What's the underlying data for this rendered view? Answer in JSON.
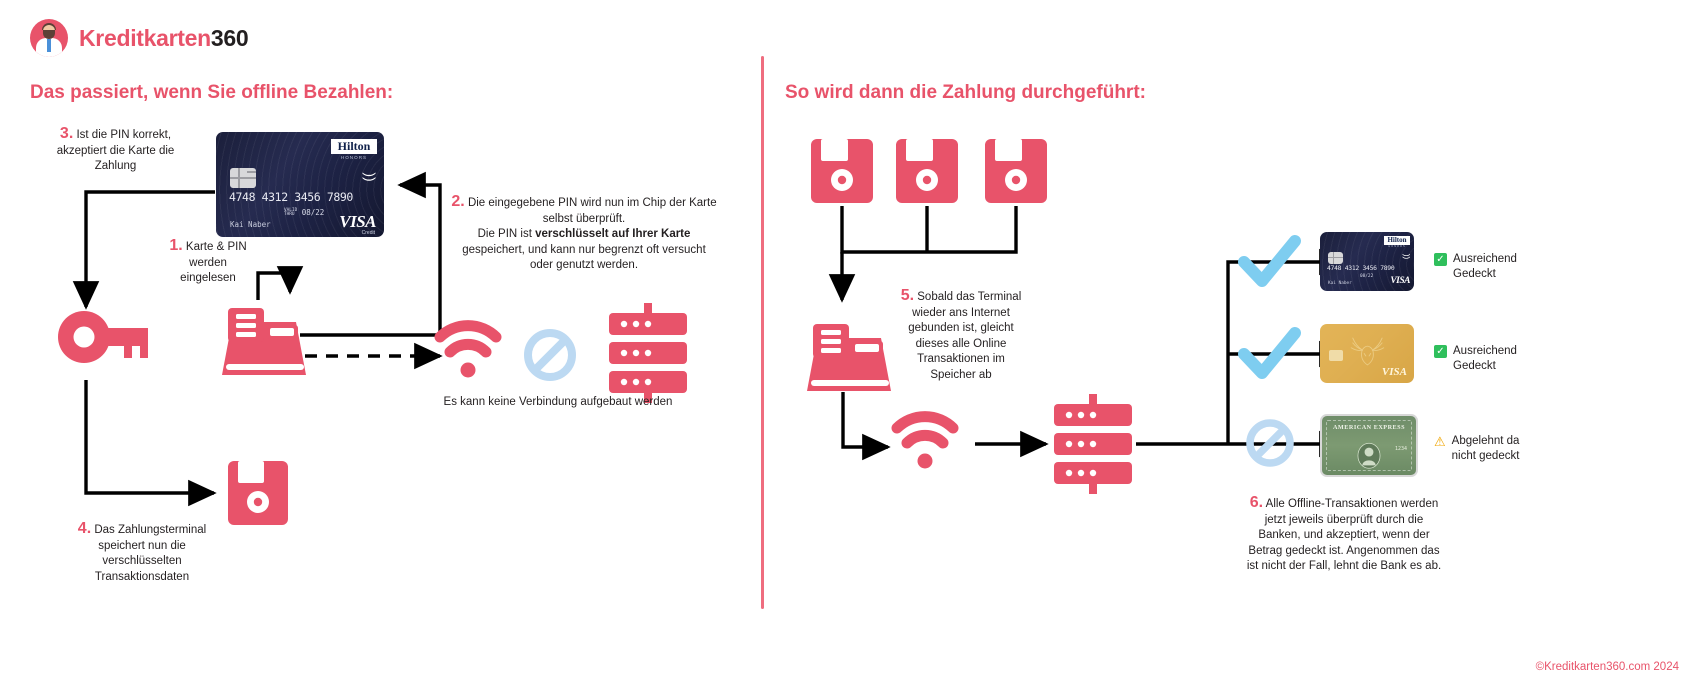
{
  "brand": {
    "name_pink": "Kreditkarten",
    "name_dark": "360",
    "logo_icon": "avatar-logo-icon"
  },
  "panels": {
    "left_title": "Das passiert, wenn Sie offline Bezahlen:",
    "right_title": "So wird dann die Zahlung durchgeführt:"
  },
  "steps": {
    "s3": {
      "num": "3.",
      "lines": [
        "Ist die PIN korrekt,",
        "akzeptiert die Karte die",
        "Zahlung"
      ]
    },
    "s1": {
      "num": "1.",
      "lines": [
        "Karte & PIN",
        "werden",
        "eingelesen"
      ]
    },
    "s2": {
      "num": "2.",
      "line1": "Die eingegebene PIN wird nun im Chip der Karte",
      "line2": "selbst überprüft.",
      "line3_pre": "Die PIN ist ",
      "line3_bold": "verschlüsselt auf Ihrer Karte",
      "line4": "gespeichert, und kann nur begrenzt oft versucht",
      "line5": "oder genutzt werden."
    },
    "s4": {
      "num": "4.",
      "lines": [
        "Das Zahlungsterminal",
        "speichert nun die",
        "verschlüsselten",
        "Transaktionsdaten"
      ]
    },
    "s5": {
      "num": "5.",
      "lines": [
        "Sobald das Terminal",
        "wieder ans Internet",
        "gebunden ist, gleicht",
        "dieses alle Online",
        "Transaktionen im",
        "Speicher ab"
      ]
    },
    "s6": {
      "num": "6.",
      "lines": [
        "Alle Offline-Transaktionen werden",
        "jetzt jeweils überprüft durch die",
        "Banken, und akzeptiert, wenn der",
        "Betrag gedeckt ist. Angenommen das",
        "ist nicht der Fall, lehnt die Bank es ab."
      ]
    }
  },
  "captions": {
    "no_connection": "Es kann keine Verbindung  aufgebaut werden"
  },
  "cards": {
    "visa_hilton": {
      "brand_top": "Hilton",
      "brand_sub": "HONORS",
      "number": "4748  4312  3456  7890",
      "valid_label": "VALID\nTHRU",
      "expiry": "08/22",
      "holder": "Kai Naber",
      "network": "VISA",
      "network_sub": "Credit",
      "contactless_icon": "contactless-icon",
      "chip_icon": "emv-chip-icon"
    },
    "gold": {
      "network": "VISA",
      "art": "deer-antler-art",
      "chip_icon": "emv-chip-icon"
    },
    "amex": {
      "brand_top": "AMERICAN EXPRESS",
      "code": "1234",
      "art": "centurion-art"
    }
  },
  "results": [
    {
      "icon": "check-box-icon",
      "state": "ok",
      "glyph": "✓",
      "label_line1": "Ausreichend",
      "label_line2": "Gedeckt"
    },
    {
      "icon": "check-box-icon",
      "state": "ok",
      "glyph": "✓",
      "label_line1": "Ausreichend",
      "label_line2": "Gedeckt"
    },
    {
      "icon": "warning-triangle-icon",
      "state": "warn",
      "glyph": "⚠",
      "label_line1": "Abgelehnt da",
      "label_line2": "nicht gedeckt"
    }
  ],
  "icons": {
    "key": "key-icon",
    "terminal": "payment-terminal-icon",
    "wifi": "wifi-signal-icon",
    "no_signal": "no-connection-icon",
    "server": "server-rack-icon",
    "floppy": "floppy-disk-save-icon",
    "check_mark": "blue-check-mark-icon"
  },
  "colors": {
    "accent": "#e8536a",
    "accent_soft": "#ef6d7f",
    "check_blue": "#7ecdf0",
    "ok_green": "#2fbf5c",
    "warn_amber": "#f0a500",
    "line_black": "#000000"
  },
  "footer": {
    "copyright": "©Kreditkarten360.com 2024"
  }
}
